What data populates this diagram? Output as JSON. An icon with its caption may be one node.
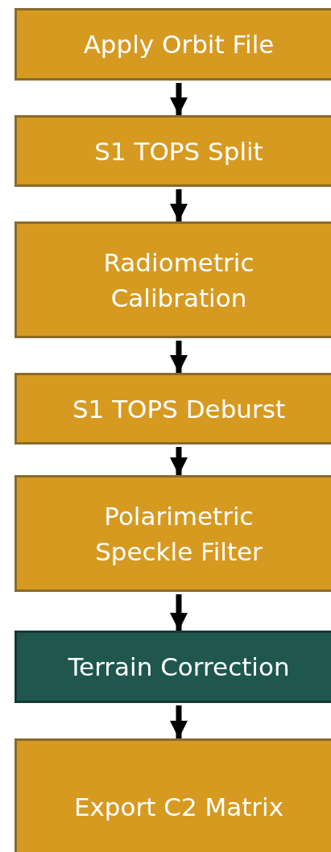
{
  "diagram": {
    "nodes": [
      {
        "text": [
          "Apply Orbit File"
        ]
      },
      {
        "text": [
          "S1 TOPS Split"
        ]
      },
      {
        "text": [
          "Radiometric Calibration"
        ]
      },
      {
        "text": [
          "S1 TOPS Deburst"
        ]
      },
      {
        "text": [
          "Polarimetric Speckle Filter"
        ]
      },
      {
        "text": [
          "Terrain Correction"
        ]
      },
      {
        "text": [
          "Export C2 Matrix"
        ]
      }
    ],
    "edges": [
      {
        "from": 0,
        "to": 1,
        "arrow": "to"
      },
      {
        "from": 1,
        "to": 2,
        "arrow": "to"
      },
      {
        "from": 2,
        "to": 3,
        "arrow": "to"
      },
      {
        "from": 3,
        "to": 4,
        "arrow": "to"
      },
      {
        "from": 4,
        "to": 5,
        "arrow": "to"
      },
      {
        "from": 5,
        "to": 6,
        "arrow": "to"
      }
    ]
  }
}
